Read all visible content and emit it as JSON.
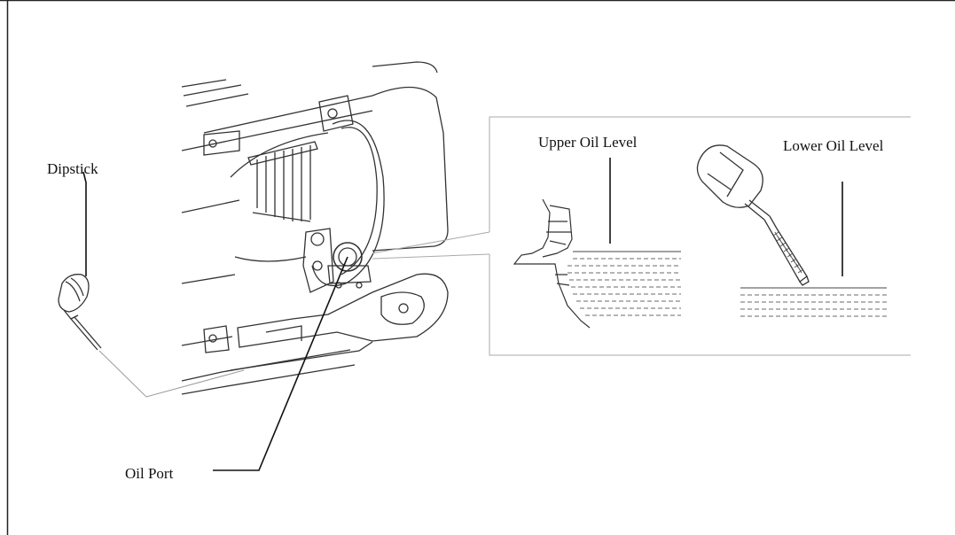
{
  "labels": {
    "dipstick": "Dipstick",
    "oil_port": "Oil Port",
    "upper_oil_level": "Upper Oil Level",
    "lower_oil_level": "Lower Oil Level"
  },
  "colors": {
    "line": "#222222",
    "light_line": "#9a9a9a",
    "hatch": "#6a6a6a"
  }
}
